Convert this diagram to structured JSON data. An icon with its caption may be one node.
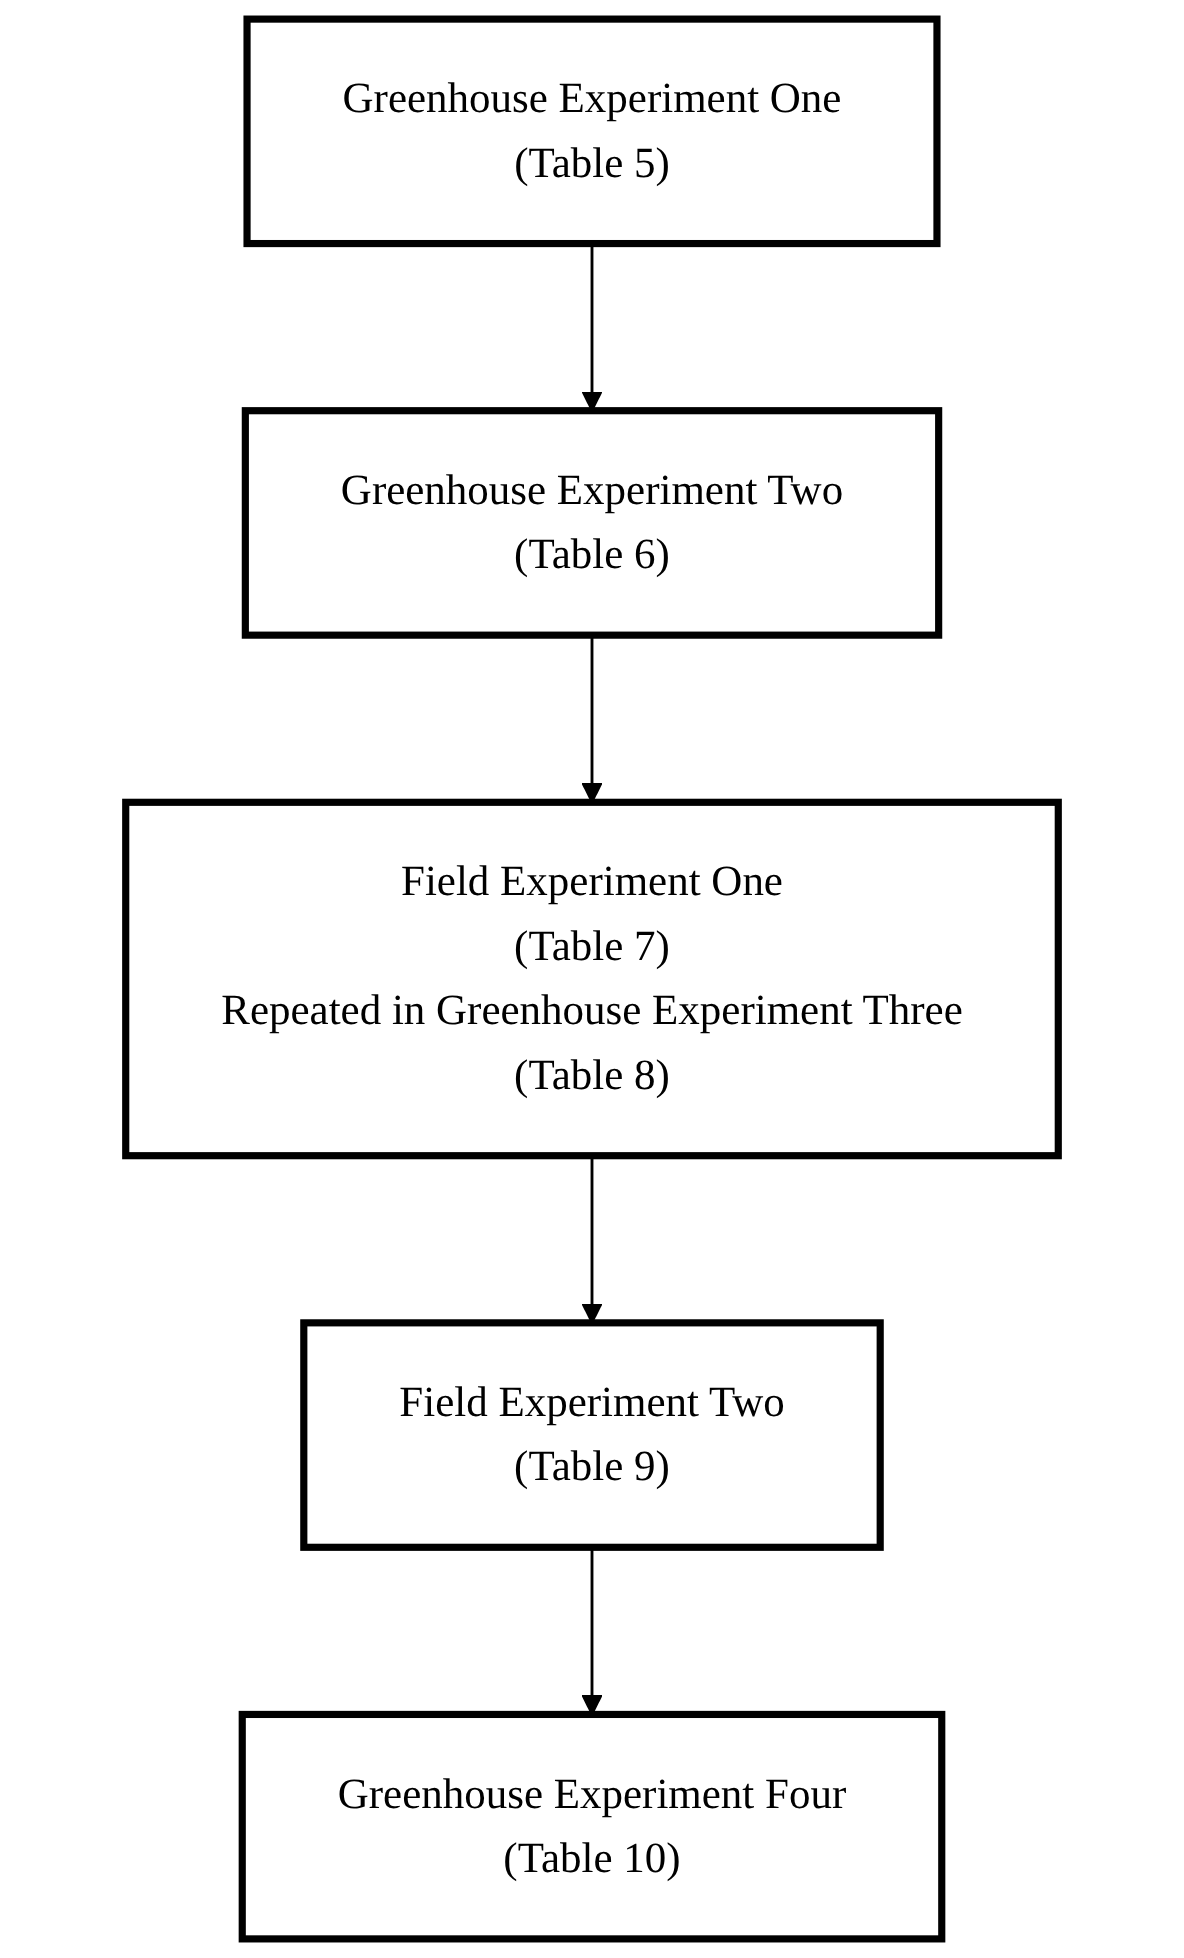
{
  "diagram": {
    "nodes": [
      {
        "text": [
          "Greenhouse Experiment One",
          "(Table 5)"
        ]
      },
      {
        "text": [
          "Greenhouse Experiment Two",
          "(Table 6)"
        ]
      },
      {
        "text": [
          "Field Experiment One",
          "(Table 7)",
          "Repeated in Greenhouse Experiment Three",
          "(Table 8)"
        ]
      },
      {
        "text": [
          "Field Experiment Two",
          "(Table 9)"
        ]
      },
      {
        "text": [
          "Greenhouse Experiment Four",
          "(Table 10)"
        ]
      }
    ],
    "edges": [
      {
        "from": 0,
        "to": 1,
        "arrow": "to"
      },
      {
        "from": 1,
        "to": 2,
        "arrow": "to"
      },
      {
        "from": 2,
        "to": 3,
        "arrow": "to"
      },
      {
        "from": 3,
        "to": 4,
        "arrow": "to"
      }
    ]
  }
}
